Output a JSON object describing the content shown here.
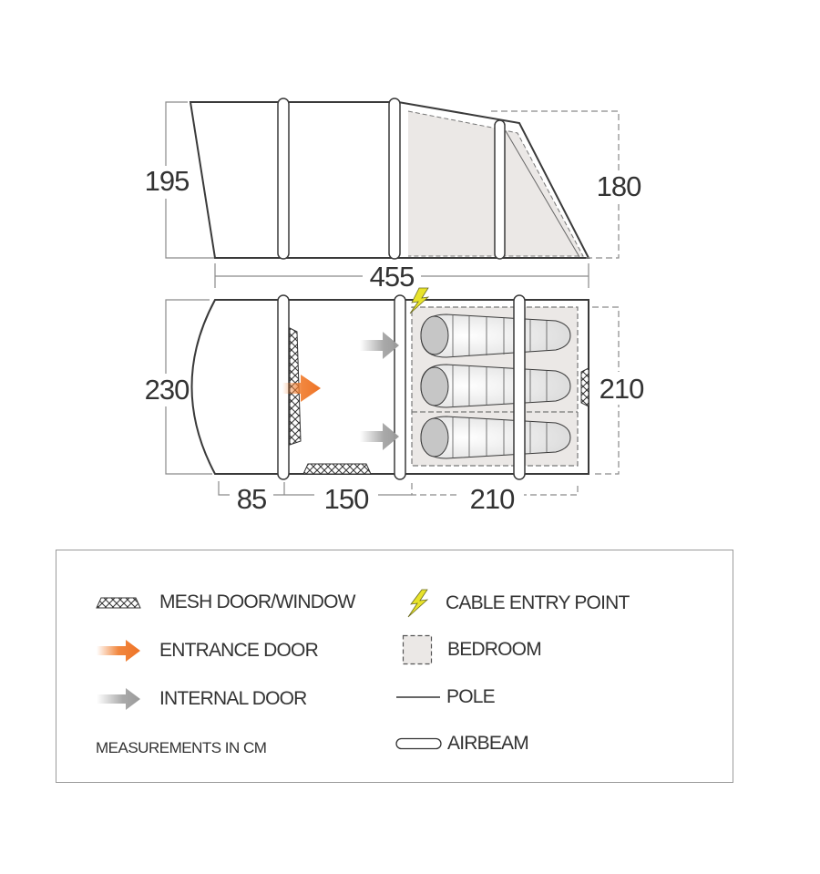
{
  "side_view": {
    "height_left": "195",
    "height_right": "180",
    "total_length": "455"
  },
  "floor_plan": {
    "width_total": "230",
    "bedroom_width": "210",
    "section_lengths": [
      "85",
      "150",
      "210"
    ],
    "sleeping_bags": 3,
    "bedrooms": 2
  },
  "legend": {
    "items": [
      {
        "icon": "mesh-icon",
        "label": "MESH DOOR/WINDOW"
      },
      {
        "icon": "orange-arrow-icon",
        "label": "ENTRANCE DOOR"
      },
      {
        "icon": "grey-arrow-icon",
        "label": "INTERNAL DOOR"
      },
      {
        "icon": "lightning-bolt-icon",
        "label": "CABLE ENTRY POINT"
      },
      {
        "icon": "dashed-square-icon",
        "label": "BEDROOM"
      },
      {
        "icon": "line-icon",
        "label": "POLE"
      },
      {
        "icon": "capsule-icon",
        "label": "AIRBEAM"
      }
    ],
    "note": "MEASUREMENTS IN CM"
  },
  "colors": {
    "outline": "#3a3a3a",
    "bedroom_fill": "#ebe8e6",
    "entrance_arrow": "#f07a2a",
    "internal_arrow": "#9e9e9e",
    "cable_bolt": "#e8e32a",
    "dim_line": "#8a8a8a"
  }
}
